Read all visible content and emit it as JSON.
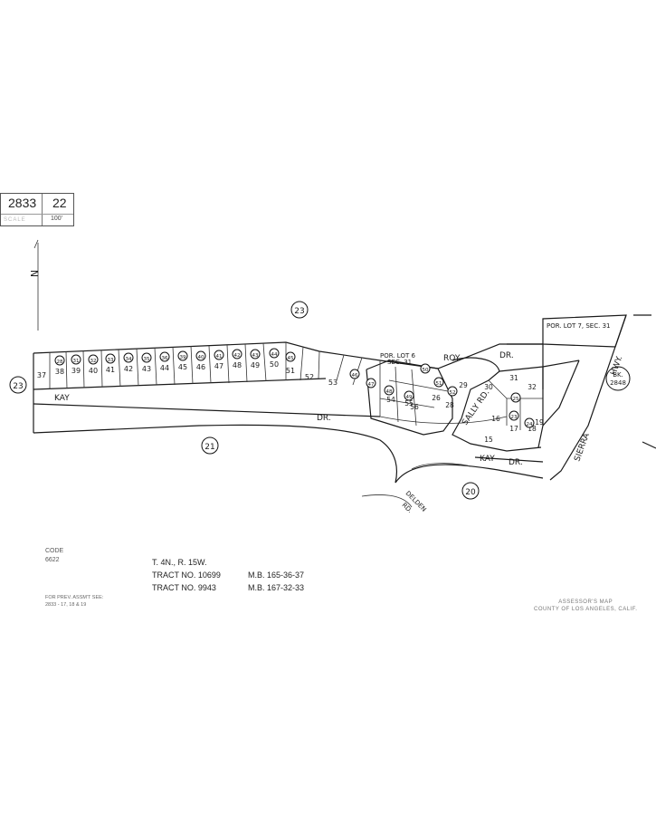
{
  "header": {
    "book": "2833",
    "page": "22",
    "scale": "100'"
  },
  "north_arrow": {
    "label": "N"
  },
  "adjoining_pages": [
    "23",
    "23",
    "21",
    "20"
  ],
  "adjoining_book": {
    "label": "BK.",
    "value": "2848"
  },
  "streets": {
    "kay_dr_west": "KAY",
    "kay_dr_mid": "DR.",
    "kay_dr_east_1": "KAY",
    "kay_dr_east_2": "DR.",
    "roy_dr_1": "ROY",
    "roy_dr_2": "DR.",
    "sally_rd": "SALLY RD.",
    "delden_rd_1": "DELDEN",
    "delden_rd_2": "RD.",
    "sierra_hwy_1": "SIERRA",
    "sierra_hwy_2": "HWY."
  },
  "portions": {
    "por_lot_6_line1": "POR. LOT 6",
    "por_lot_6_line2": "SEC. 31",
    "por_lot_7": "POR. LOT 7, SEC. 31"
  },
  "lots_west": [
    "37",
    "38",
    "39",
    "40",
    "41",
    "42",
    "43",
    "44",
    "45",
    "46",
    "47",
    "48",
    "49",
    "50",
    "51",
    "52",
    "53"
  ],
  "parcels_west": [
    "28",
    "31",
    "32",
    "33",
    "34",
    "35",
    "36",
    "39",
    "40",
    "41",
    "42",
    "43",
    "44",
    "45"
  ],
  "lots_east": [
    "54",
    "55",
    "56",
    "26",
    "28",
    "29",
    "30",
    "31",
    "32",
    "15",
    "16",
    "17",
    "18",
    "19"
  ],
  "parcels_east": [
    "46",
    "47",
    "48",
    "49",
    "50",
    "51",
    "52",
    "23",
    "24",
    "25"
  ],
  "tract_info": {
    "township": "T. 4N., R. 15W.",
    "tract1_label": "TRACT NO. 10699",
    "tract1_ref": "M.B. 165-36-37",
    "tract2_label": "TRACT NO. 9943",
    "tract2_ref": "M.B. 167-32-33"
  },
  "code": {
    "label": "CODE",
    "value": "6622"
  },
  "reference": {
    "line1": "FOR PREV. ASSM'T SEE:",
    "line2": "2833 - 17, 18 & 19"
  },
  "assessor": {
    "line1": "ASSESSOR'S MAP",
    "line2": "COUNTY OF LOS ANGELES, CALIF."
  }
}
